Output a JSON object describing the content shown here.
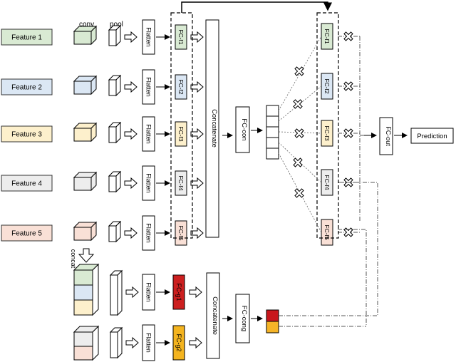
{
  "features": [
    {
      "label": "Feature 1",
      "color": "#d9ead3",
      "fc": "FC-f1"
    },
    {
      "label": "Feature 2",
      "color": "#dbe7f4",
      "fc": "FC-f2"
    },
    {
      "label": "Feature 3",
      "color": "#fdf0cc",
      "fc": "FC-f3"
    },
    {
      "label": "Feature 4",
      "color": "#ededed",
      "fc": "FC-f4"
    },
    {
      "label": "Feature 5",
      "color": "#f9e0d6",
      "fc": "FC-f5"
    }
  ],
  "headers": {
    "conv": "conv",
    "pool": "pool"
  },
  "flatten_label": "Flatten",
  "concatenate_label": "Concatenate",
  "fc_con_label": "FC-con",
  "fc_out_label": "FC-out",
  "prediction_label": "Prediction",
  "concat_label": "concat",
  "bottom": {
    "fc_g1": "FC-g1",
    "fc_g2": "FC-g2",
    "fc_g1_color": "#cc1f1f",
    "fc_g2_color": "#f4b41f",
    "fc_cong": "FC-cong"
  },
  "colors": {
    "red": "#c8171c",
    "orange": "#f5b427"
  }
}
